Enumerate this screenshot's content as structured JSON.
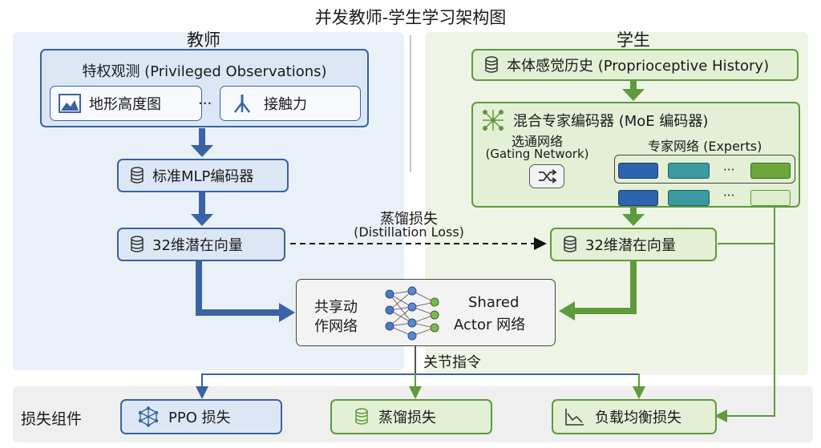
{
  "title": "并发教师-学生学习架构图",
  "teacher": {
    "label": "教师",
    "privileged": "特权观测 (Privileged Observations)",
    "terrain": "地形高度图",
    "ellipsis": "···",
    "contact": "接触力",
    "mlp": "标准MLP编码器",
    "latent": "32维潜在向量"
  },
  "student": {
    "label": "学生",
    "history": "本体感觉历史 (Proprioceptive History)",
    "moe": "混合专家编码器 (MoE 编码器)",
    "gating_cn": "选通网络",
    "gating_en": "(Gating Network)",
    "experts": "专家网络 (Experts)",
    "ellipsis": "···",
    "latent": "32维潜在向量"
  },
  "distill": {
    "cn": "蒸馏损失",
    "en": "(Distillation Loss)"
  },
  "actor": {
    "cn1": "共享动",
    "cn2": "作网络",
    "en1": "Shared",
    "en2": "Actor 网络"
  },
  "joint_cmd": "关节指令",
  "loss": {
    "label": "损失组件",
    "ppo": "PPO 损失",
    "distill": "蒸馏损失",
    "balance": "负载均衡损失"
  },
  "colors": {
    "blue": "#3b62a4",
    "green": "#5f9a3c",
    "dark_green": "#4e8a2e"
  }
}
